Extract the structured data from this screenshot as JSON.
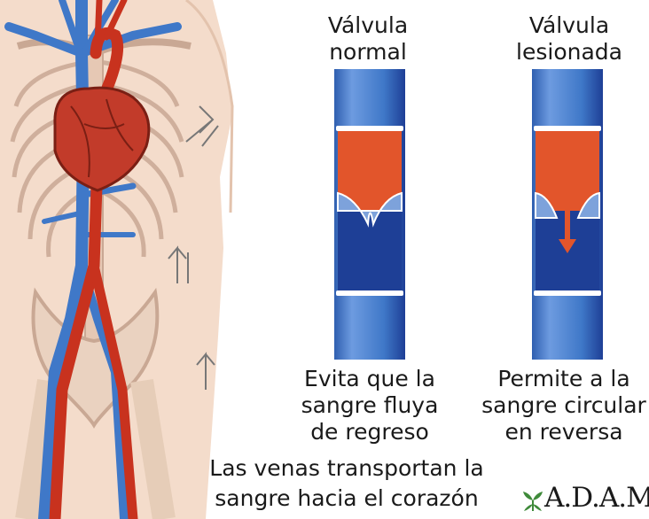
{
  "labels": {
    "valve_normal_title": "Válvula\nnormal",
    "valve_damaged_title": "Válvula\nlesionada",
    "valve_normal_caption": "Evita que la\nsangre fluya\nde regreso",
    "valve_damaged_caption": "Permite a la\nsangre circular\nen reversa",
    "bottom_caption": "Las venas transportan la\nsangre hacia el corazón",
    "logo": "A.D.A.M."
  },
  "colors": {
    "vein_blue": "#3f78c8",
    "vein_dark": "#1e3f96",
    "artery_red": "#c8321e",
    "blood_orange": "#e2552b",
    "skin": "#f4dccb",
    "logo_green": "#3f8a3a"
  }
}
